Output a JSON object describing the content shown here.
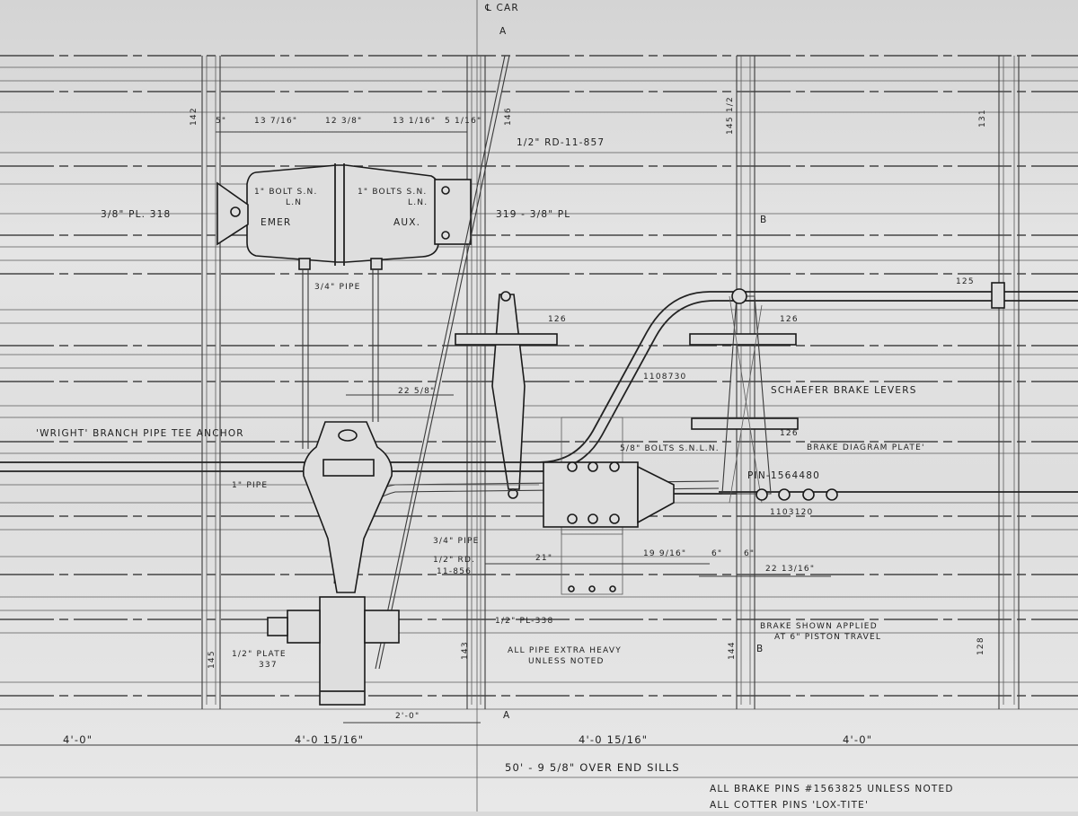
{
  "drawing": {
    "centerline": "℄ CAR",
    "section_marks": {
      "top": "A",
      "bottom": "A",
      "b_upper": "B",
      "b_lower": "B"
    },
    "top_dimensions": [
      "5\"",
      "13 7/16\"",
      "12 3/8\"",
      "13 1/16\"",
      "5 1/16\""
    ],
    "vertical_refs": {
      "r142": "142",
      "r146": "146",
      "r145half": "145 1/2",
      "r131": "131",
      "r145": "145",
      "r143": "143",
      "r144": "144",
      "r128": "128"
    },
    "labels": {
      "rod_857": "1/2\" RD-11-857",
      "pl_318": "3/8\" PL. 318",
      "bolt_emer": "1\" BOLT S.N.",
      "bolt_emer_ln": "L.N",
      "bolts_aux": "1\" BOLTS S.N.",
      "bolts_aux_ln": "L.N.",
      "emer": "EMER",
      "aux": "AUX.",
      "pl_319": "319 - 3/8\" PL",
      "pipe_34_top": "3/4\" PIPE",
      "ref_125": "125",
      "ref_126_a": "126",
      "ref_126_b": "126",
      "ref_126_c": "126",
      "part_1108730": "1108730",
      "schaefer": "SCHAEFER BRAKE LEVERS",
      "dim_22_5_8": "22 5/8\"",
      "wright_anchor": "'WRIGHT' BRANCH PIPE TEE ANCHOR",
      "brake_diagram_plate": "BRAKE DIAGRAM PLATE'",
      "bolts_58": "5/8\" BOLTS S.N.L.N.",
      "pin": "PIN-1564480",
      "pipe_1": "1\" PIPE",
      "part_1103120": "1103120",
      "pipe_34_low": "3/4\" PIPE",
      "rod_856_a": "1/2\" RD.",
      "rod_856_b": "11-856",
      "dim_21": "21\"",
      "dim_19_9_16": "19 9/16\"",
      "dim_6a": "6\"",
      "dim_6b": "6\"",
      "dim_22_13_16": "22 13/16\"",
      "pl_338": "1/2\" PL-338",
      "brake_shown_1": "BRAKE SHOWN APPLIED",
      "brake_shown_2": "AT 6\" PISTON TRAVEL",
      "plate_337_a": "1/2\" PLATE",
      "plate_337_b": "337",
      "pipe_heavy_1": "ALL PIPE EXTRA HEAVY",
      "pipe_heavy_2": "UNLESS NOTED",
      "dim_2_0": "2'-0\""
    },
    "bottom_dimensions": [
      "4'-0\"",
      "4'-0 15/16\"",
      "4'-0 15/16\"",
      "4'-0\""
    ],
    "overall": "50' - 9 5/8\" OVER END SILLS",
    "notes": [
      "ALL BRAKE PINS #1563825 UNLESS NOTED",
      "ALL COTTER PINS 'LOX-TITE'"
    ]
  }
}
